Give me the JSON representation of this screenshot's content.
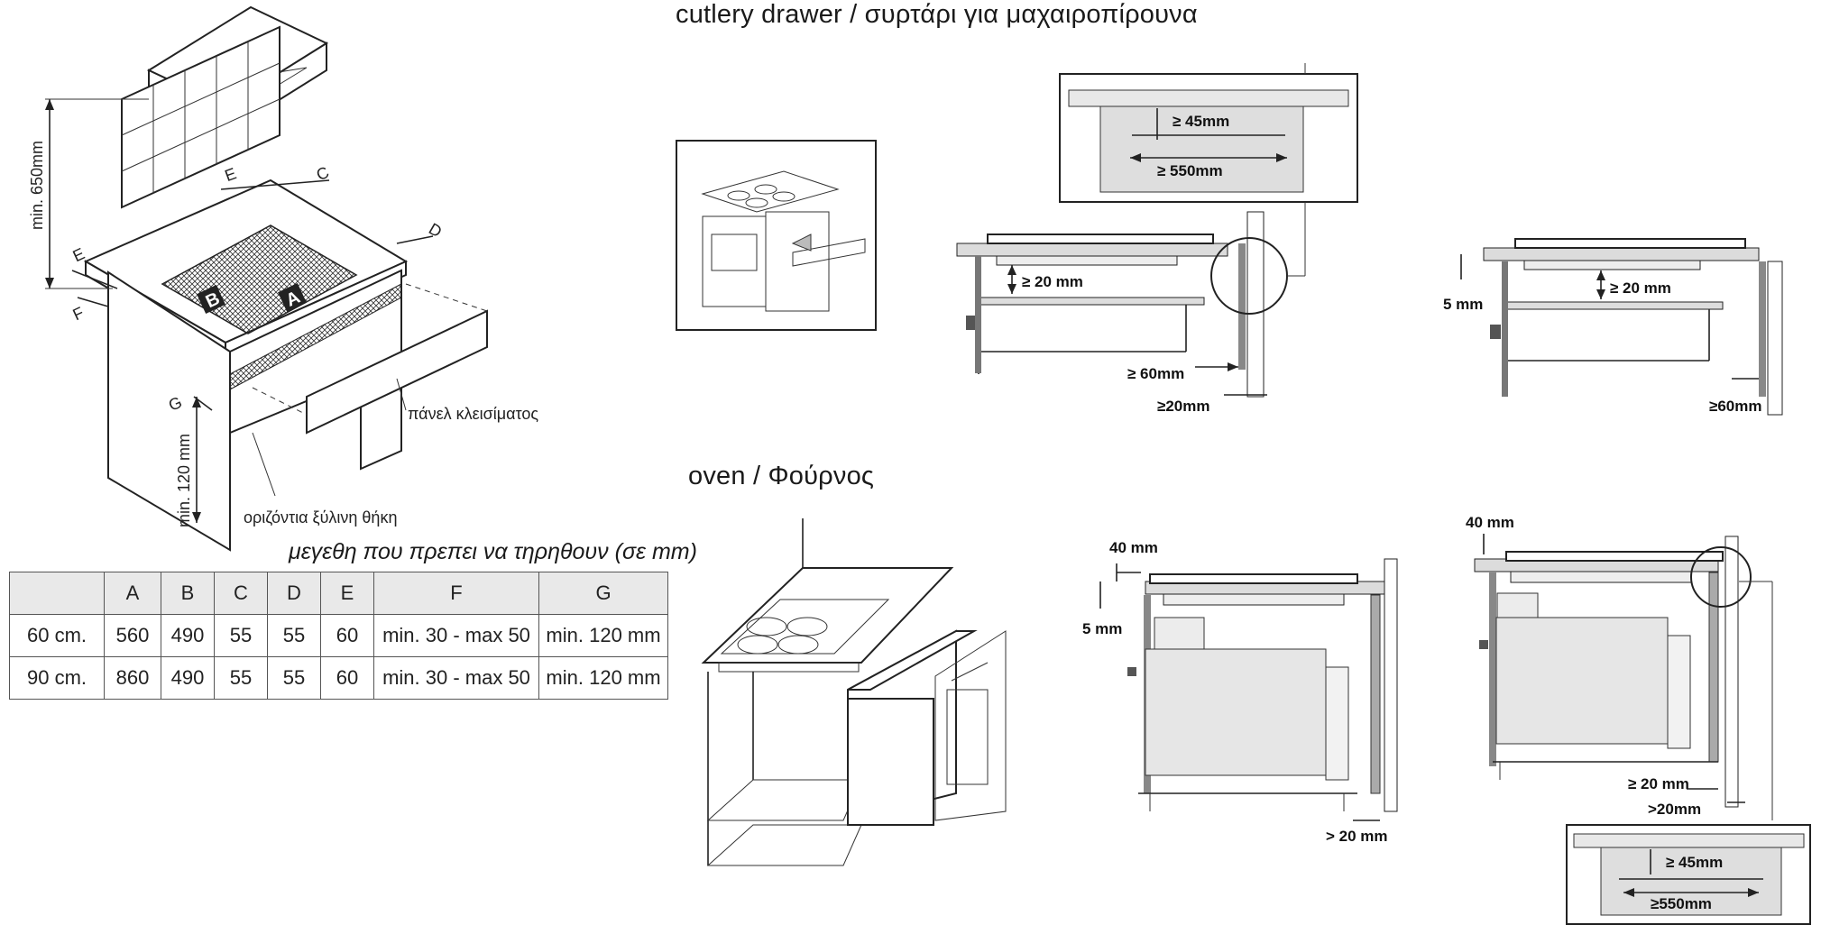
{
  "headings": {
    "cutlery": "cutlery drawer / συρτάρι για μαχαιροπίρουνα",
    "oven": "oven / Φούρνος"
  },
  "cabinet_labels": {
    "min650": "min. 650mm",
    "min120": "min. 120 mm",
    "closing_panel": "πάνελ κλεισίματος",
    "wood_case": "οριζόντια ξύλινη θήκη",
    "A": "A",
    "B": "B",
    "C": "C",
    "D": "D",
    "E": "E",
    "E2": "E",
    "F": "F",
    "G": "G"
  },
  "table": {
    "caption": "μεγεθη που πρεπει να τηρηθουν (σε mm)",
    "headers": [
      "",
      "A",
      "B",
      "C",
      "D",
      "E",
      "F",
      "G"
    ],
    "rows": [
      [
        "60 cm.",
        "560",
        "490",
        "55",
        "55",
        "60",
        "min. 30 - max 50",
        "min. 120 mm"
      ],
      [
        "90 cm.",
        "860",
        "490",
        "55",
        "55",
        "60",
        "min. 30 - max 50",
        "min. 120 mm"
      ]
    ]
  },
  "drawer_labels": {
    "detail_45": "≥  45mm",
    "detail_550": "≥  550mm",
    "gap_20": "≥ 20 mm",
    "gap_60": "≥ 60mm",
    "gap_20b": "≥20mm",
    "right_5": "5 mm",
    "right_20": "≥ 20 mm",
    "right_60": "≥60mm"
  },
  "oven_labels": {
    "left_40": "40 mm",
    "left_5": "5 mm",
    "left_20": "> 20 mm",
    "right_40": "40 mm",
    "right_20a": "≥ 20 mm",
    "right_20b": ">20mm",
    "detail_45": "≥ 45mm",
    "detail_550": "≥550mm"
  }
}
